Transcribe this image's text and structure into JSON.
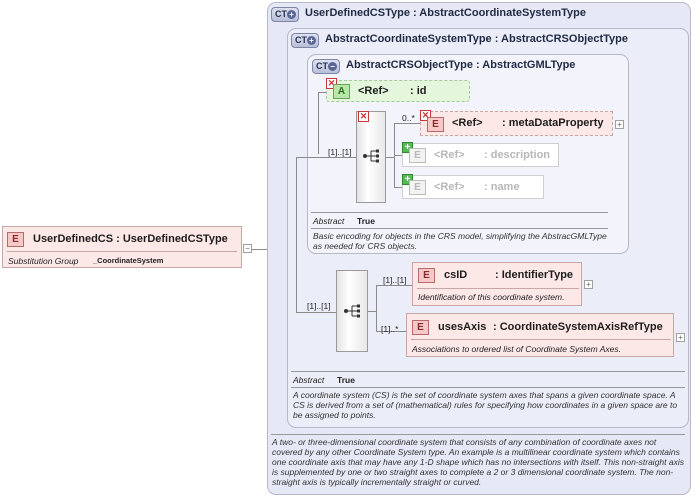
{
  "root_element": {
    "badge": "E",
    "label": "UserDefinedCS : UserDefinedCSType",
    "subst_label": "Substitution Group",
    "subst_value": "_CoordinateSystem",
    "collapse": "−"
  },
  "ct_outer": {
    "badge": "CT",
    "title": "UserDefinedCSType : AbstractCoordinateSystemType",
    "doc": "A two- or three-dimensional coordinate system that consists of any combination of coordinate axes not covered by any other Coordinate System type. An example is a multilinear coordinate system which contains one coordinate axis that may have any 1-D shape which has no intersections with itself. This non-straight axis is supplemented by one or two straight axes to complete a 2 or 3 dimensional coordinate system. The non-straight axis is typically incrementally straight or curved."
  },
  "ct_middle": {
    "badge": "CT",
    "title": "AbstractCoordinateSystemType : AbstractCRSObjectType",
    "abstract_label": "Abstract",
    "abstract_value": "True",
    "doc": "A coordinate system (CS) is the set of coordinate system axes that spans a given coordinate space. A CS is derived from a set of (mathematical) rules for specifying how coordinates in a given space are to be assigned to points."
  },
  "ct_inner": {
    "badge": "CT",
    "title": "AbstractCRSObjectType : AbstractGMLType",
    "abstract_label": "Abstract",
    "abstract_value": "True",
    "doc": "Basic encoding for objects in the CRS model, simplifying the AbstracGMLType as needed for CRS objects."
  },
  "attribute_id": {
    "badge": "A",
    "ref": "<Ref>",
    "name": ": id"
  },
  "seq1": {
    "cardinality": "[1]..[1]"
  },
  "meta": {
    "badge": "E",
    "ref": "<Ref>",
    "name": ": metaDataProperty",
    "cardinality": "0..*",
    "expand": "+"
  },
  "desc": {
    "badge": "E",
    "ref": "<Ref>",
    "name": ": description"
  },
  "nameel": {
    "badge": "E",
    "ref": "<Ref>",
    "name": ": name"
  },
  "seq2": {
    "cardinality": "[1]..[1]"
  },
  "csid": {
    "badge": "E",
    "name": "csID",
    "type": ": IdentifierType",
    "cardinality": "[1]..[1]",
    "doc": "Identification of this coordinate system.",
    "expand": "+"
  },
  "usesaxis": {
    "badge": "E",
    "name": "usesAxis",
    "type": ": CoordinateSystemAxisRefType",
    "cardinality": "[1]..*",
    "doc": "Associations to ordered list of Coordinate System Axes.",
    "expand": "+"
  },
  "colors": {
    "ct_outer_bg": "#e6e8f6",
    "element_bg": "#fde8e8",
    "attribute_bg": "#e4f7dc",
    "redx": "#c93636",
    "greenplus": "#5bb55b"
  }
}
